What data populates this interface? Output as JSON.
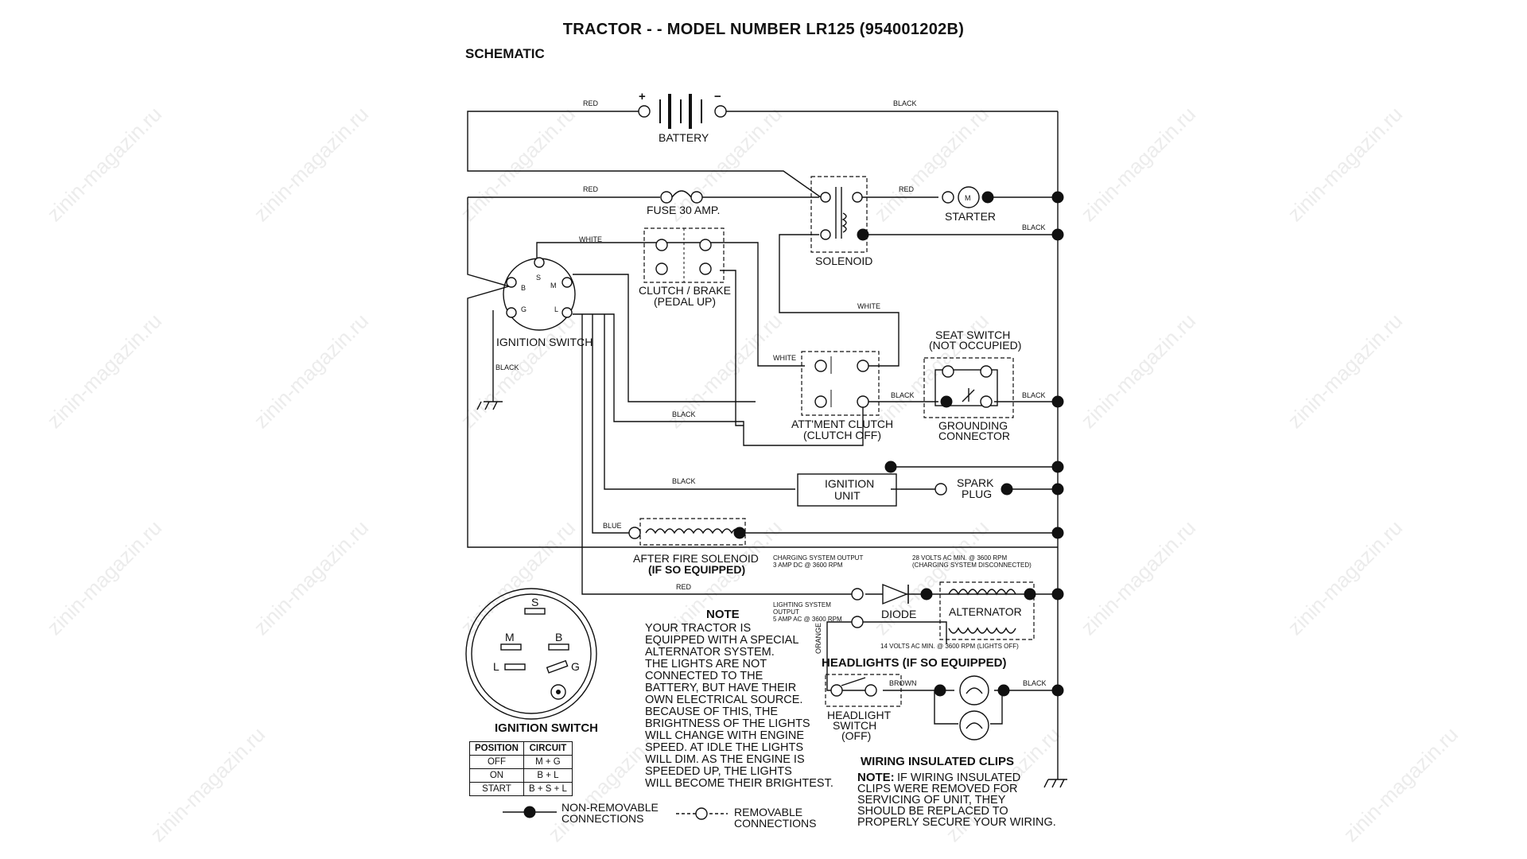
{
  "title": "TRACTOR - - MODEL NUMBER LR125 (954001202B)",
  "subtitle": "SCHEMATIC",
  "watermark": "zinin-magazin.ru",
  "components": {
    "battery": "BATTERY",
    "battery_plus": "+",
    "battery_minus": "−",
    "fuse": "FUSE 30 AMP.",
    "solenoid": "SOLENOID",
    "starter": "STARTER",
    "starter_symbol": "M",
    "clutch_brake_1": "CLUTCH / BRAKE",
    "clutch_brake_2": "(PEDAL UP)",
    "ignition_switch": "IGNITION SWITCH",
    "ign_terminals": [
      "S",
      "B",
      "M",
      "G",
      "L"
    ],
    "seat_switch_1": "SEAT SWITCH",
    "seat_switch_2": "(NOT OCCUPIED)",
    "grounding_1": "GROUNDING",
    "grounding_2": "CONNECTOR",
    "attment_1": "ATT'MENT CLUTCH",
    "attment_2": "(CLUTCH OFF)",
    "ignition_unit_1": "IGNITION",
    "ignition_unit_2": "UNIT",
    "spark_1": "SPARK",
    "spark_2": "PLUG",
    "after_fire_1": "AFTER FIRE SOLENOID",
    "after_fire_2": "(IF SO EQUIPPED)",
    "diode": "DIODE",
    "alternator": "ALTERNATOR",
    "headlights": "HEADLIGHTS (IF SO EQUIPPED)",
    "headlight_switch_1": "HEADLIGHT",
    "headlight_switch_2": "SWITCH",
    "headlight_switch_3": "(OFF)"
  },
  "wire_labels": {
    "red_top": "RED",
    "black_top": "BLACK",
    "red_fuse": "RED",
    "red_solenoid": "RED",
    "black_solenoid": "BLACK",
    "white_ign": "WHITE",
    "white_right": "WHITE",
    "white_attment": "WHITE",
    "black_attment": "BLACK",
    "black_seat": "BLACK",
    "black_ground": "BLACK",
    "black_mid": "BLACK",
    "black_ign_unit": "BLACK",
    "blue": "BLUE",
    "red_bottom": "RED",
    "orange": "ORANGE",
    "brown": "BROWN",
    "black_headlight": "BLACK"
  },
  "annotations": {
    "charging_1": "CHARGING SYSTEM OUTPUT",
    "charging_2": "3 AMP DC @ 3600 RPM",
    "volts28_1": "28 VOLTS AC MIN. @ 3600 RPM",
    "volts28_2": "(CHARGING SYSTEM DISCONNECTED)",
    "lighting_1": "LIGHTING SYSTEM",
    "lighting_2": "OUTPUT",
    "lighting_3": "5 AMP AC @ 3600 RPM",
    "volts14": "14 VOLTS AC MIN. @ 3600 RPM (LIGHTS OFF)"
  },
  "note": {
    "heading": "NOTE",
    "lines": [
      "YOUR TRACTOR IS",
      "EQUIPPED WITH A SPECIAL",
      "ALTERNATOR SYSTEM.",
      "THE LIGHTS ARE NOT",
      "CONNECTED TO THE",
      "BATTERY, BUT HAVE THEIR",
      "OWN ELECTRICAL SOURCE.",
      "BECAUSE OF THIS, THE",
      "BRIGHTNESS OF THE LIGHTS",
      "WILL CHANGE WITH ENGINE",
      "SPEED.  AT IDLE THE LIGHTS",
      "WILL DIM.  AS THE ENGINE IS",
      "SPEEDED UP, THE LIGHTS",
      "WILL BECOME THEIR BRIGHTEST."
    ]
  },
  "ignition_detail": {
    "title": "IGNITION SWITCH",
    "labels": [
      "S",
      "M",
      "B",
      "L",
      "G"
    ],
    "table": {
      "headers": [
        "POSITION",
        "CIRCUIT"
      ],
      "rows": [
        [
          "OFF",
          "M + G"
        ],
        [
          "ON",
          "B + L"
        ],
        [
          "START",
          "B + S + L"
        ]
      ]
    }
  },
  "clips": {
    "heading": "WIRING INSULATED CLIPS",
    "note_bold": "NOTE:",
    "lines": [
      "IF WIRING INSULATED",
      "CLIPS WERE REMOVED FOR",
      "SERVICING OF UNIT, THEY",
      "SHOULD BE REPLACED TO",
      "PROPERLY SECURE YOUR WIRING."
    ]
  },
  "legend": {
    "non_removable_1": "NON-REMOVABLE",
    "non_removable_2": "CONNECTIONS",
    "removable_1": "REMOVABLE",
    "removable_2": "CONNECTIONS"
  }
}
